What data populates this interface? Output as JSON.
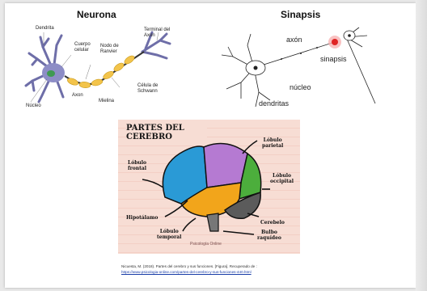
{
  "neuron": {
    "title": "Neurona",
    "labels": {
      "dendrita": "Dendrita",
      "cuerpo": "Cuerpo\ncelular",
      "nodo": "Nodo de\nRanvier",
      "terminal": "Terminal del\nAxon",
      "axon": "Axon",
      "nucleo": "Núcleo",
      "mielina": "Mielina",
      "schwann": "Célula de\nSchwann"
    }
  },
  "synapse": {
    "title": "Sinapsis",
    "labels": {
      "axon": "axón",
      "sinapsis": "sinapsis",
      "nucleo": "núcleo",
      "dendritas": "dendritas"
    }
  },
  "brain": {
    "title": "PARTES DEL CEREBRO",
    "labels": {
      "parietal": "Lóbulo\nparietal",
      "frontal": "Lóbulo\nfrontal",
      "occipital": "Lóbulo\noccipital",
      "hipotalamo": "Hipotálamo",
      "cerebelo": "Cerebelo",
      "temporal": "Lóbulo\ntemporal",
      "bulbo": "Bulbo\nraquídeo"
    },
    "watermark": "Psicología Online",
    "colors": {
      "frontal": "#2a9ad6",
      "parietal": "#b57ad2",
      "occipital": "#4cae3c",
      "temporal": "#f2a51b",
      "cerebelo": "#5b5b5b",
      "background": "#f7ddd4"
    }
  },
  "citation": {
    "text": "Nicuesta, M. (2018). Partes del cerebro y sus funciones. [Figura]. Recuperado de :",
    "url": "https://www.psicologia-online.com/partes-del-cerebro-y-sus-funciones-440.html"
  }
}
